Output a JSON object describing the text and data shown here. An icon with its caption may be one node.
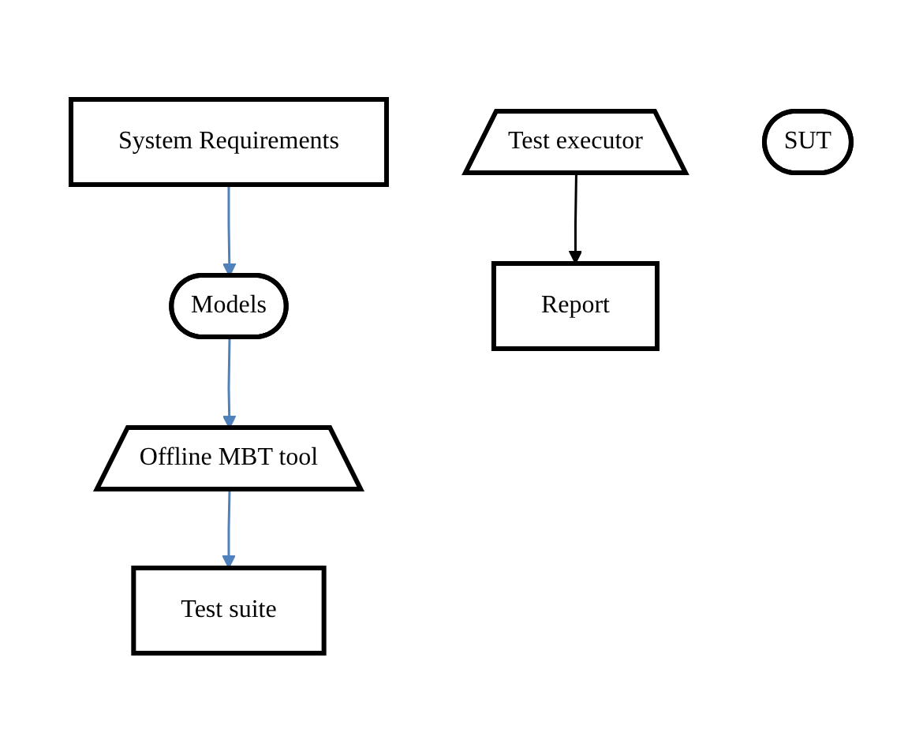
{
  "diagram": {
    "nodes": [
      {
        "text": [
          "System Requirements"
        ]
      },
      {
        "text": [
          "Models"
        ]
      },
      {
        "text": [
          "Offline MBT tool"
        ]
      },
      {
        "text": [
          "Test suite"
        ]
      },
      {
        "text": [
          "Test executor"
        ]
      },
      {
        "text": [
          "SUT"
        ]
      },
      {
        "text": [
          "Report"
        ]
      }
    ],
    "edges": [
      {
        "from": 0,
        "to": 1,
        "arrow": "to"
      },
      {
        "from": 1,
        "to": 2,
        "arrow": "to"
      },
      {
        "from": 2,
        "to": 3,
        "arrow": "to"
      },
      {
        "from": 4,
        "to": 6,
        "arrow": "to",
        "color": "#000000"
      }
    ]
  }
}
